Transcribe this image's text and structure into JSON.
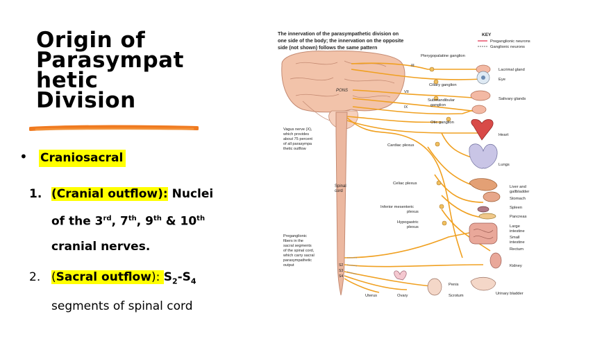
{
  "slide": {
    "title_lines": [
      "Origin of",
      "Parasympat",
      "hetic",
      "Division"
    ],
    "bullet_marker": "•",
    "bullet_label": "Craniosacral",
    "item1": {
      "number": "1.",
      "paren_label": "(Cranial outflow):",
      "text_a": " Nuclei",
      "text_b": "of the  3",
      "sup_a": "rd",
      "text_c": ", 7",
      "sup_b": "th",
      "text_d": ", 9",
      "sup_c": "th",
      "text_e": " & 10",
      "sup_d": "th",
      "text_f": "cranial nerves."
    },
    "item2": {
      "number": "2.",
      "paren_open": "(",
      "label": "Sacral outflow",
      "paren_close": "): ",
      "s_a": "S",
      "sub_a": "2",
      "dash": "-S",
      "sub_b": "4",
      "line2": "segments of spinal cord"
    }
  },
  "figure": {
    "caption": [
      "The innervation of the parasympathetic division on",
      "one side of the body; the innervation on the opposite",
      "side (not shown) follows the same pattern"
    ],
    "key": {
      "title": "KEY",
      "items": [
        {
          "label": "Preganglionic neurons",
          "color": "#e8506a"
        },
        {
          "label": "Ganglionic neurons",
          "color": "#9a9a9a"
        }
      ]
    },
    "nerve_labels": [
      "III",
      "VII",
      "IX"
    ],
    "pons": "PONS",
    "spinal_cord": [
      "Spinal",
      "cord"
    ],
    "sacral_labels": [
      "S2",
      "S3",
      "S4"
    ],
    "vagus_note": [
      "Vagus nerve (X),",
      "which provides",
      "about 75 percent",
      "of all parasympa",
      "thetic outflow"
    ],
    "pregang_note": [
      "Preganglionic",
      "fibers in the",
      "sacral segments",
      "of the spinal cord,",
      "which carry sacral",
      "parasympathetic",
      "output"
    ],
    "ganglia": [
      "Pterygopalatine ganglion",
      "Ciliary ganglion",
      "Submandibular",
      "ganglion",
      "Otic ganglion"
    ],
    "plexuses": [
      "Cardiac plexus",
      "Celiac plexus",
      "Inferior mesenteric",
      "plexus",
      "Hypogastric",
      "plexus"
    ],
    "organs": [
      "Lacrimal gland",
      "Eye",
      "Salivary glands",
      "Heart",
      "Lungs",
      "Liver and",
      "gallbladder",
      "Stomach",
      "Spleen",
      "Pancreas",
      "Large",
      "intestine",
      "Small",
      "intestine",
      "Rectum",
      "Kidney",
      "Urinary bladder",
      "Penis",
      "Scrotum",
      "Uterus",
      "Ovary"
    ],
    "colors": {
      "nerve": "#f0a020",
      "brain": "#f2c3aa",
      "cord": "#ecb8a0",
      "pregang": "#e8506a"
    }
  }
}
